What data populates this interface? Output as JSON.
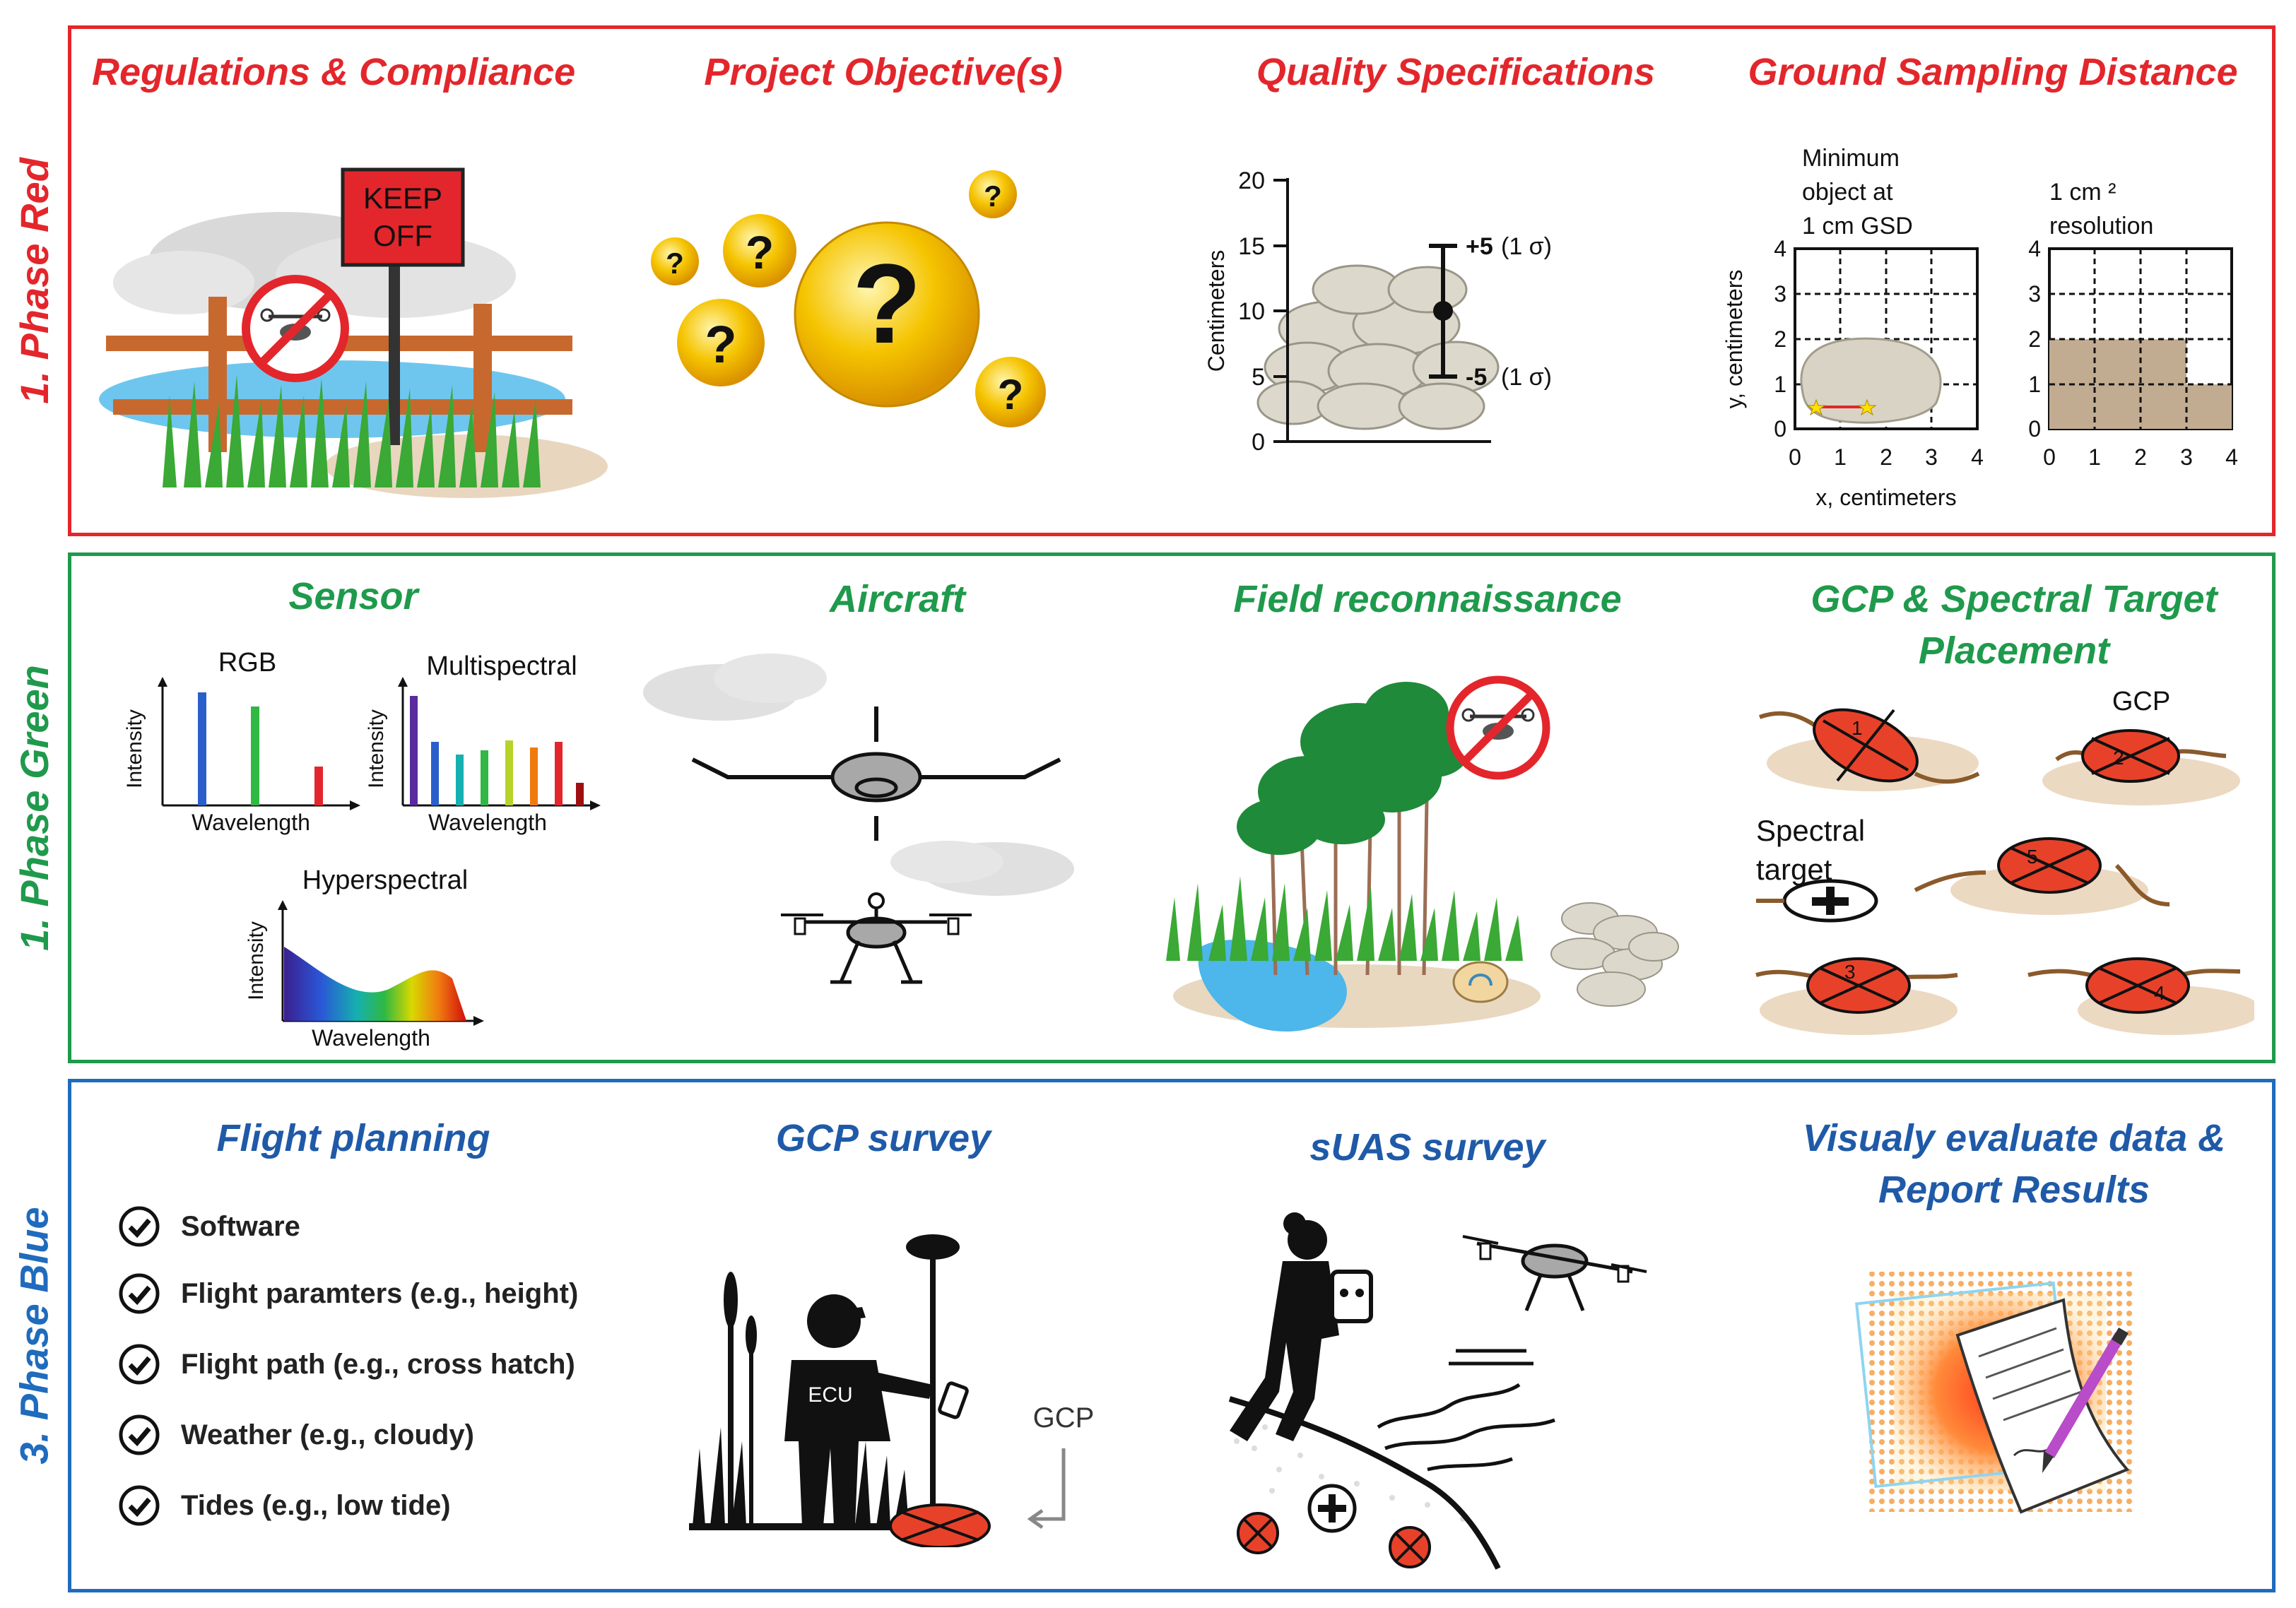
{
  "phases": {
    "red_label": "1. Phase Red",
    "green_label": "1. Phase Green",
    "blue_label": "3. Phase Blue"
  },
  "red": {
    "titles": [
      "Regulations & Compliance",
      "Project Objective(s)",
      "Quality Specifications",
      "Ground Sampling Distance"
    ],
    "sign_line1": "KEEP",
    "sign_line2": "OFF",
    "quality": {
      "ylabel": "Centimeters",
      "ticks": [
        "20",
        "15",
        "10",
        "5",
        "0"
      ],
      "plus": "+5",
      "minus": "-5",
      "sigma": "(1 σ)"
    },
    "gsd": {
      "left_caption": [
        "Minimum",
        "object at",
        "1 cm GSD"
      ],
      "right_caption": [
        "1 cm ²",
        "resolution"
      ],
      "ylabel": "y, centimeters",
      "xlabel": "x, centimeters",
      "ticks": [
        "0",
        "1",
        "2",
        "3",
        "4"
      ]
    }
  },
  "green": {
    "titles": [
      "Sensor",
      "Aircraft",
      "Field reconnaissance",
      "GCP & Spectral Target",
      "Placement"
    ],
    "sensor": {
      "rgb": "RGB",
      "multispectral": "Multispectral",
      "hyperspectral": "Hyperspectral",
      "intensity": "Intensity",
      "wavelength": "Wavelength"
    },
    "gcp_label": "GCP",
    "spectral_label": [
      "Spectral",
      "target"
    ],
    "gcp_numbers": [
      "1",
      "2",
      "5",
      "3",
      "4"
    ]
  },
  "blue": {
    "titles": [
      "Flight planning",
      "GCP survey",
      "sUAS survey",
      "Visualy evaluate data &",
      "Report Results"
    ],
    "checklist": [
      "Software",
      "Flight paramters (e.g., height)",
      "Flight path (e.g., cross hatch)",
      "Weather (e.g., cloudy)",
      "Tides (e.g., low tide)"
    ],
    "ecu": "ECU",
    "gcp_label": "GCP"
  },
  "colors": {
    "red": "#e3262b",
    "green": "#1f9a4c",
    "blue": "#1f6bbd",
    "marker": "#e8412a"
  }
}
